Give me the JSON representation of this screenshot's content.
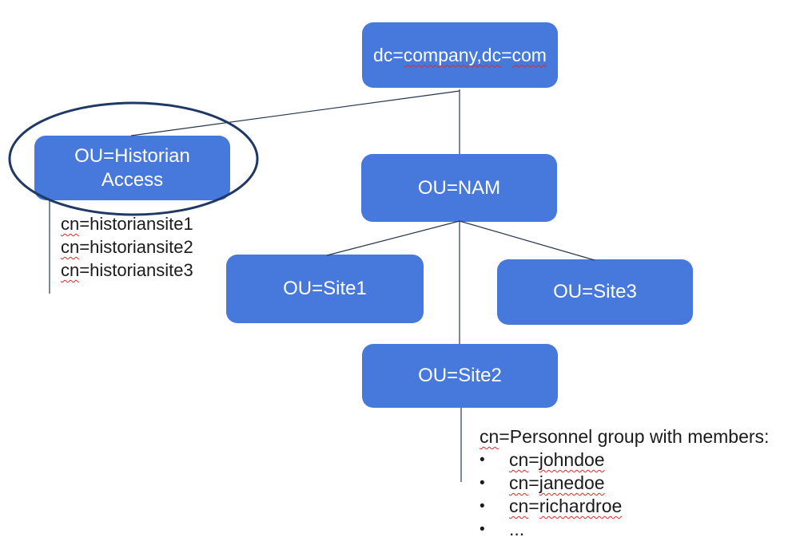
{
  "colors": {
    "background": "#ffffff",
    "box-fill": "#4778DC",
    "box-text": "#ffffff",
    "body-text": "#1b1b1b",
    "line": "#24364f",
    "ellipse-stroke": "#1f3864",
    "squiggle": "#e02b20"
  },
  "nodes": {
    "root": {
      "seg_plain1": "dc=",
      "seg_wavy1": "company,dc",
      "seg_plain2": "=",
      "seg_wavy2": "com"
    },
    "historian": {
      "label": "OU=Historian Access"
    },
    "nam": {
      "label": "OU=NAM"
    },
    "site1": {
      "label": "OU=Site1"
    },
    "site2": {
      "label": "OU=Site2"
    },
    "site3": {
      "label": "OU=Site3"
    }
  },
  "historian_entries": {
    "item1": {
      "wavy": "cn",
      "rest": "=historiansite1"
    },
    "item2": {
      "wavy": "cn",
      "rest": "=historiansite2"
    },
    "item3": {
      "wavy": "cn",
      "rest": "=historiansite3"
    }
  },
  "personnel": {
    "header": {
      "wavy": "cn",
      "rest": "=Personnel group with members:"
    },
    "bullet_glyph": "•",
    "member1": {
      "wavy1": "cn",
      "plain": "=",
      "wavy2": "johndoe"
    },
    "member2": {
      "wavy1": "cn",
      "plain": "=",
      "wavy2": "janedoe"
    },
    "member3": {
      "wavy1": "cn",
      "plain": "=",
      "wavy2": "richardroe"
    },
    "ellipsis": "..."
  }
}
